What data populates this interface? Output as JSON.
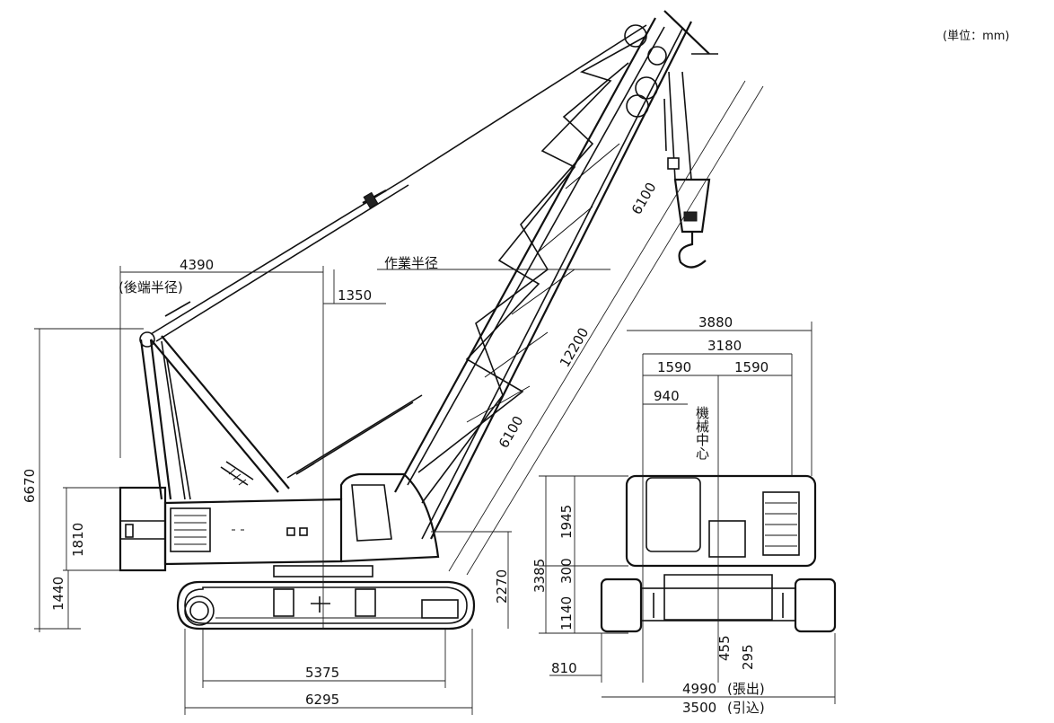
{
  "unit_label": "(単位：mm)",
  "side_view": {
    "tail_radius": "4390",
    "tail_radius_label": "(後端半径)",
    "offset_1350": "1350",
    "working_radius_label": "作業半径",
    "boom_tip": "6100",
    "boom_length": "12200",
    "boom_base": "6100",
    "overall_height": "6670",
    "body_height": "1810",
    "counterweight_clearance": "1440",
    "cab_height": "2270",
    "tumbler_distance": "5375",
    "crawler_length": "6295"
  },
  "rear_view": {
    "width_3880": "3880",
    "width_3180": "3180",
    "half_left": "1590",
    "half_right": "1590",
    "offset_940": "940",
    "machine_center_label": "機械中心",
    "height_3385": "3385",
    "height_1945": "1945",
    "height_300": "300",
    "height_1140": "1140",
    "ground_455": "455",
    "ground_295": "295",
    "shoe_810": "810",
    "width_extended": "4990",
    "extended_label": "(張出)",
    "width_retracted": "3500",
    "retracted_label": "(引込)"
  }
}
